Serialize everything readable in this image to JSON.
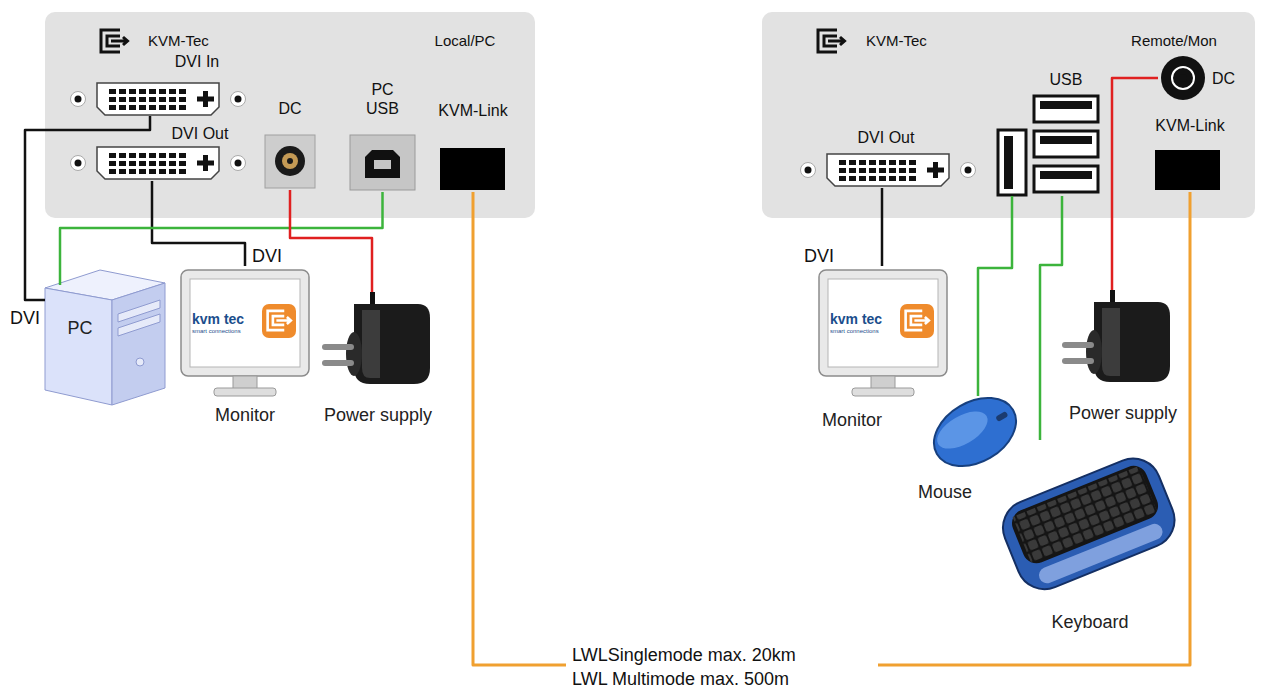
{
  "diagram": {
    "nodes": [
      {
        "text": [
          "KVM-Tec",
          "Local/PC"
        ]
      },
      {
        "text": [
          "DVI In"
        ],
        "in": 0
      },
      {
        "text": [
          "DVI Out"
        ],
        "in": 0
      },
      {
        "text": [
          "DC"
        ],
        "in": 0
      },
      {
        "text": [
          "PC USB"
        ],
        "in": 0
      },
      {
        "text": [
          "KVM-Link"
        ],
        "in": 0
      },
      {
        "text": [
          "PC"
        ]
      },
      {
        "text": [
          "kvm tec",
          "smart connections",
          "Monitor"
        ]
      },
      {
        "text": [
          "Power supply"
        ]
      },
      {
        "text": [
          "KVM-Tec",
          "Remote/Mon"
        ]
      },
      {
        "text": [
          "DVI Out"
        ],
        "in": 9
      },
      {
        "text": [
          "USB"
        ],
        "in": 9
      },
      {
        "text": [
          "DC"
        ],
        "in": 9
      },
      {
        "text": [
          "KVM-Link"
        ],
        "in": 9
      },
      {
        "text": [
          "kvm tec",
          "smart connections",
          "Monitor"
        ]
      },
      {
        "text": [
          "Mouse"
        ]
      },
      {
        "text": [
          "Power supply"
        ]
      },
      {
        "text": [
          "Keyboard"
        ]
      }
    ],
    "edges": [
      {
        "from": 6,
        "to": 1,
        "arrow": "none",
        "label": "DVI"
      },
      {
        "from": 2,
        "to": 7,
        "arrow": "none",
        "label": "DVI"
      },
      {
        "from": 6,
        "to": 4,
        "arrow": "none"
      },
      {
        "from": 3,
        "to": 8,
        "arrow": "none"
      },
      {
        "from": 5,
        "to": 13,
        "arrow": "none"
      },
      {
        "from": 10,
        "to": 14,
        "arrow": "none",
        "label": "DVI"
      },
      {
        "from": 11,
        "to": 15,
        "arrow": "none"
      },
      {
        "from": 11,
        "to": 17,
        "arrow": "none"
      },
      {
        "from": 12,
        "to": 16,
        "arrow": "none"
      }
    ],
    "labels": [
      "LWLSinglemode max. 20km",
      "LWL Multimode max. 500m"
    ]
  }
}
